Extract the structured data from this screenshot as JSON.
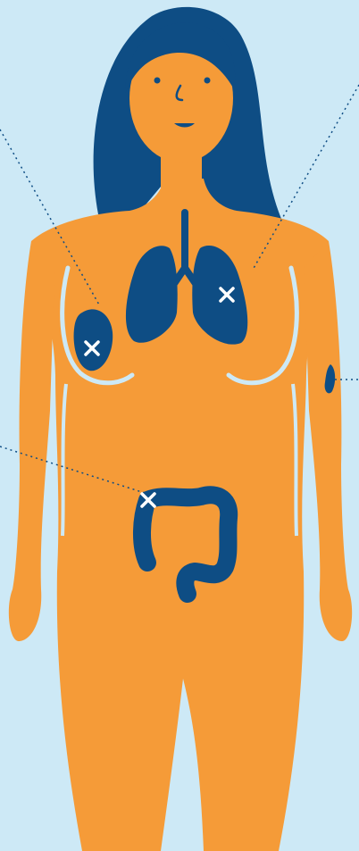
{
  "colors": {
    "background": "#cde9f6",
    "skin": "#f59b38",
    "hair": "#0e4d84",
    "organ": "#0e4d84",
    "outline": "#cde9f6",
    "marker": "#ffffff",
    "leader_line": "#0e4d84"
  },
  "icons": {
    "marker": "x-mark-icon"
  },
  "figure": {
    "subject": "woman",
    "organs": [
      "lungs",
      "trachea",
      "colon",
      "breast-mass",
      "arm-lesion"
    ],
    "marked_sites": [
      "breast",
      "lung",
      "colon",
      "arm"
    ]
  }
}
